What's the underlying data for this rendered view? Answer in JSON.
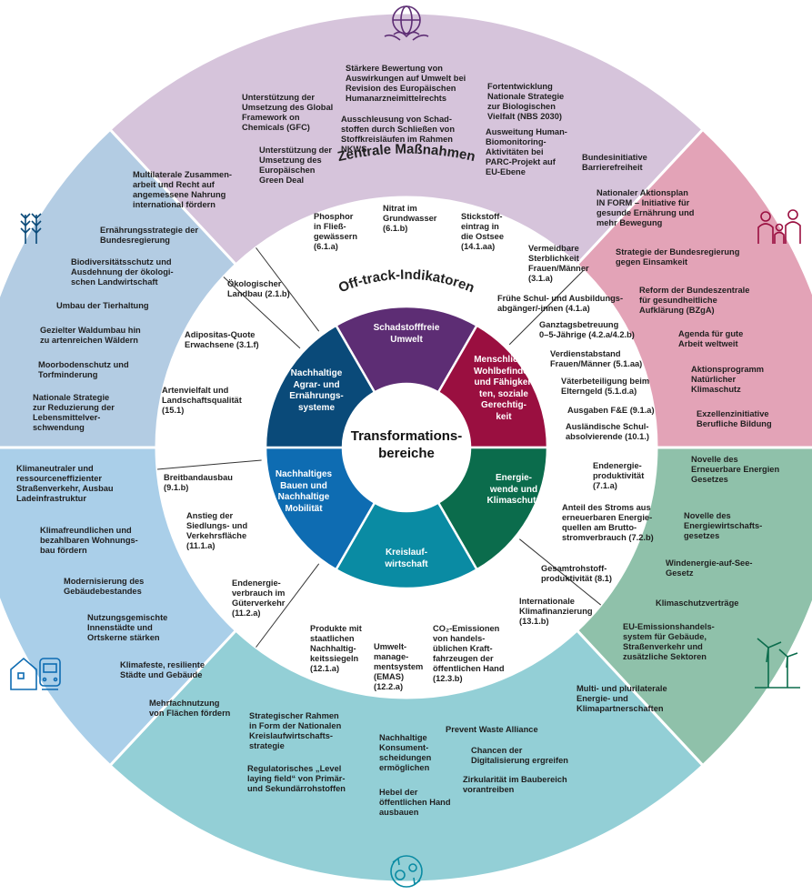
{
  "center": {
    "title": "Transformations-\nbereiche"
  },
  "headings": {
    "outer": "Zentrale Maßnahmen",
    "middle": "Off-track-Indikatoren"
  },
  "colors": {
    "agrar": "#0a4a79",
    "schadstoff": "#5d2d74",
    "wohlbefinden": "#9a0f40",
    "energie": "#0b6c4c",
    "kreislauf": "#0a8ba3",
    "bauen": "#0e6cb2",
    "outer_agrar": "#b3cce3",
    "outer_schadstoff": "#d6c4db",
    "outer_wohl": "#e3a3b7",
    "outer_energie": "#8fc1aa",
    "outer_kreislauf": "#93cfd6",
    "outer_bauen": "#aacfe9"
  },
  "icons": {
    "top": "globe-leaves-icon",
    "left": "wheat-icon",
    "right": "family-icon",
    "lower_left": "house-train-icon",
    "lower_right": "wind-turbine-icon",
    "bottom": "recycling-gears-icon"
  },
  "areas": {
    "schadstoff": "Schadstofffreie\nUmwelt",
    "wohlbefinden": "Menschliches\nWohlbefinden\nund Fähigkei-\nten, soziale\nGerechtig-\nkeit",
    "energie": "Energie-\nwende und\nKlimaschutz",
    "kreislauf": "Kreislauf-\nwirtschaft",
    "bauen": "Nachhaltiges\nBauen und\nNachhaltige\nMobilität",
    "agrar": "Nachhaltige\nAgrar- und\nErnährungs-\nsysteme"
  },
  "indicators": {
    "schadstoff": [
      "Phosphor\nin Fließ-\ngewässern\n(6.1.a)",
      "Nitrat im\nGrundwasser\n(6.1.b)",
      "Stickstoff-\neintrag in\ndie Ostsee\n(14.1.aa)"
    ],
    "wohlbefinden": [
      "Vermeidbare\nSterblichkeit\nFrauen/Männer\n(3.1.a)",
      "Frühe Schul- und Ausbildungs-\nabgänger/-innen (4.1.a)",
      "Ganztagsbetreuung\n0–5-Jährige (4.2.a/4.2.b)",
      "Verdienstabstand\nFrauen/Männer (5.1.aa)",
      "Väterbeteiligung beim\nElterngeld (5.1.d.a)",
      "Ausgaben F&E (9.1.a)",
      "Ausländische Schul-\nabsolvierende (10.1.)"
    ],
    "energie": [
      "Endenergie-\nproduktivität\n(7.1.a)",
      "Anteil des Stroms aus\nerneuerbaren Energie-\nquellen am Brutto-\nstromverbrauch (7.2.b)",
      "Gesamtrohstoff-\nproduktivität (8.1)",
      "Internationale\nKlimafinanzierung\n(13.1.b)"
    ],
    "kreislauf": [
      "Produkte mit\nstaatlichen\nNachhaltig-\nkeitssiegeln\n(12.1.a)",
      "Umwelt-\nmanage-\nmentsystem\n(EMAS)\n(12.2.a)",
      "CO₂-Emissionen\nvon handels-\nüblichen Kraft-\nfahrzeugen der\nöffentlichen Hand\n(12.3.b)"
    ],
    "bauen": [
      "Breitbandausbau\n(9.1.b)",
      "Anstieg der\nSiedlungs- und\nVerkehrsfläche\n(11.1.a)",
      "Endenergie-\nverbrauch im\nGüterverkehr\n(11.2.a)"
    ],
    "agrar": [
      "Ökologischer\nLandbau (2.1.b)",
      "Adipositas-Quote\nErwachsene (3.1.f)",
      "Artenvielfalt und\nLandschaftsqualität\n(15.1)"
    ]
  },
  "measures": {
    "schadstoff": [
      "Unterstützung der\nUmsetzung des Global\nFramework on\nChemicals (GFC)",
      "Unterstützung der\nUmsetzung des\nEuropäischen\nGreen Deal",
      "Stärkere Bewertung von\nAuswirkungen auf Umwelt bei\nRevision des Europäischen\nHumanarzneimittelrechts",
      "Ausschleusung von Schad-\nstoffen durch Schließen von\nStoffkreisläufen im Rahmen\nNKWS",
      "Fortentwicklung\nNationale Strategie\nzur Biologischen\nVielfalt (NBS 2030)",
      "Ausweitung Human-\nBiomonitoring-\nAktivitäten bei\nPARC-Projekt auf\nEU-Ebene"
    ],
    "wohlbefinden": [
      "Bundesinitiative\nBarrierefreiheit",
      "Nationaler Aktionsplan\nIN FORM – Initiative für\ngesunde Ernährung und\nmehr Bewegung",
      "Strategie der Bundesregierung\ngegen Einsamkeit",
      "Reform der Bundeszentrale\nfür gesundheitliche\nAufklärung (BZgA)",
      "Agenda für gute\nArbeit weltweit",
      "Aktionsprogramm\nNatürlicher\nKlimaschutz",
      "Exzellenzinitiative\nBerufliche Bildung"
    ],
    "energie": [
      "Novelle des\nErneuerbare Energien\nGesetzes",
      "Novelle des\nEnergiewirtschafts-\ngesetzes",
      "Windenergie-auf-See-\nGesetz",
      "Klimaschutzverträge",
      "EU-Emissionshandels-\nsystem für Gebäude,\nStraßenverkehr und\nzusätzliche Sektoren",
      "Multi- und plurilaterale\nEnergie- und\nKlimapartnerschaften"
    ],
    "kreislauf": [
      "Strategischer Rahmen\nin Form der Nationalen\nKreislaufwirtschafts-\nstrategie",
      "Regulatorisches „Level\nlaying field“ von Primär-\nund Sekundärrohstoffen",
      "Nachhaltige\nKonsument-\nscheidungen\nermöglichen",
      "Hebel der\nöffentlichen Hand\nausbauen",
      "Prevent Waste Alliance",
      "Chancen der\nDigitalisierung ergreifen",
      "Zirkularität im Baubereich\nvorantreiben"
    ],
    "bauen": [
      "Klimaneutraler und\nressourceneffizienter\nStraßenverkehr, Ausbau\nLadeinfrastruktur",
      "Klimafreundlichen und\nbezahlbaren Wohnungs-\nbau fördern",
      "Modernisierung des\nGebäudebestandes",
      "Nutzungsgemischte\nInnenstädte und\nOrtskerne stärken",
      "Klimafeste, resiliente\nStädte und Gebäude",
      "Mehrfachnutzung\nvon Flächen fördern"
    ],
    "agrar": [
      "Multilaterale Zusammen-\narbeit und Recht auf\nangemessene Nahrung\ninternational fördern",
      "Ernährungsstrategie der\nBundesregierung",
      "Biodiversitätsschutz und\nAusdehnung der ökologi-\nschen Landwirtschaft",
      "Umbau der Tierhaltung",
      "Gezielter Waldumbau hin\nzu artenreichen Wäldern",
      "Moorbodenschutz und\nTorfminderung",
      "Nationale Strategie\nzur Reduzierung der\nLebensmittelver-\nschwendung"
    ]
  }
}
